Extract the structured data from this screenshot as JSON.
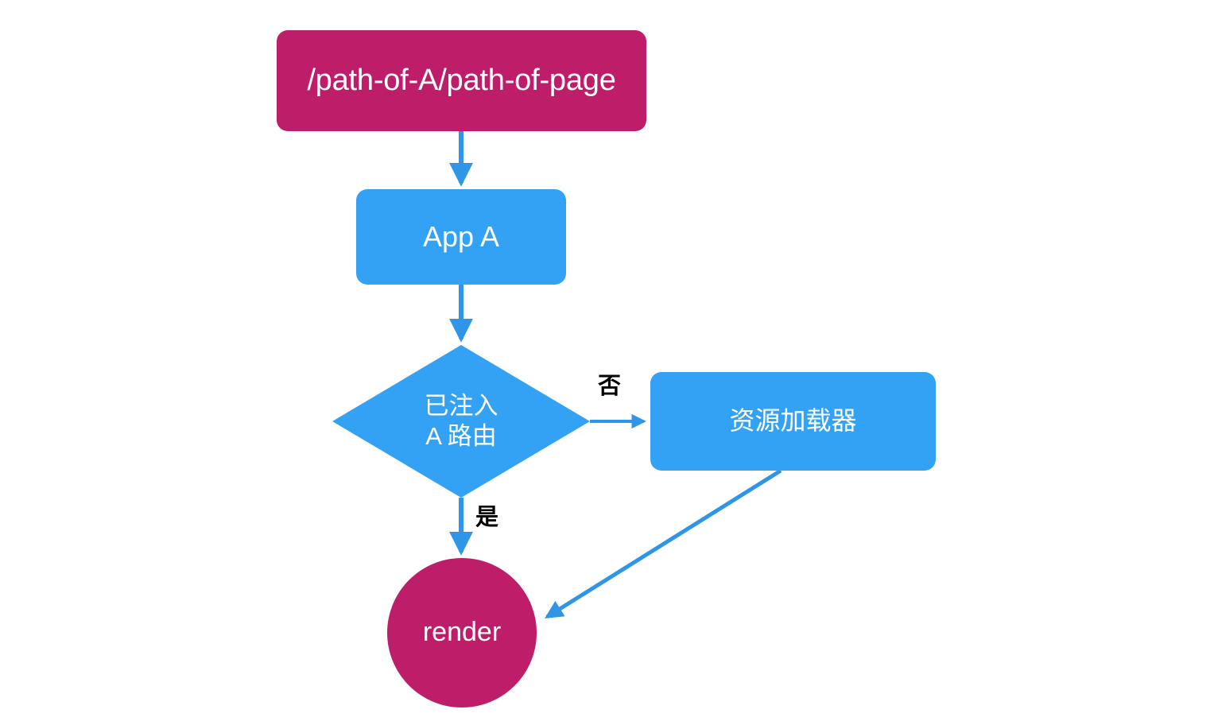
{
  "diagram": {
    "title": "App A route injection flow",
    "background_color": "#ffffff",
    "palette": {
      "crimson": "#be1e69",
      "blue": "#33a2f5",
      "arrow_blue": "#2f95e8",
      "label_text": "#000000",
      "node_text": "#ffffff"
    },
    "nodes": [
      {
        "id": "start",
        "label": "/path-of-A/path-of-page",
        "shape": "rounded-rect",
        "color": "#be1e69"
      },
      {
        "id": "app",
        "label": "App A",
        "shape": "rounded-rect",
        "color": "#33a2f5"
      },
      {
        "id": "decision",
        "label": "已注入\nA 路由",
        "shape": "diamond",
        "color": "#33a2f5"
      },
      {
        "id": "loader",
        "label": "资源加载器",
        "shape": "rounded-rect",
        "color": "#33a2f5"
      },
      {
        "id": "render",
        "label": "render",
        "shape": "circle",
        "color": "#be1e69"
      }
    ],
    "edges": [
      {
        "id": "start-to-app",
        "from": "start",
        "to": "app",
        "label": ""
      },
      {
        "id": "app-to-decision",
        "from": "app",
        "to": "decision",
        "label": ""
      },
      {
        "id": "decision-to-loader",
        "from": "decision",
        "to": "loader",
        "label": "否"
      },
      {
        "id": "decision-to-render",
        "from": "decision",
        "to": "render",
        "label": "是"
      },
      {
        "id": "loader-to-render",
        "from": "loader",
        "to": "render",
        "label": ""
      }
    ]
  }
}
